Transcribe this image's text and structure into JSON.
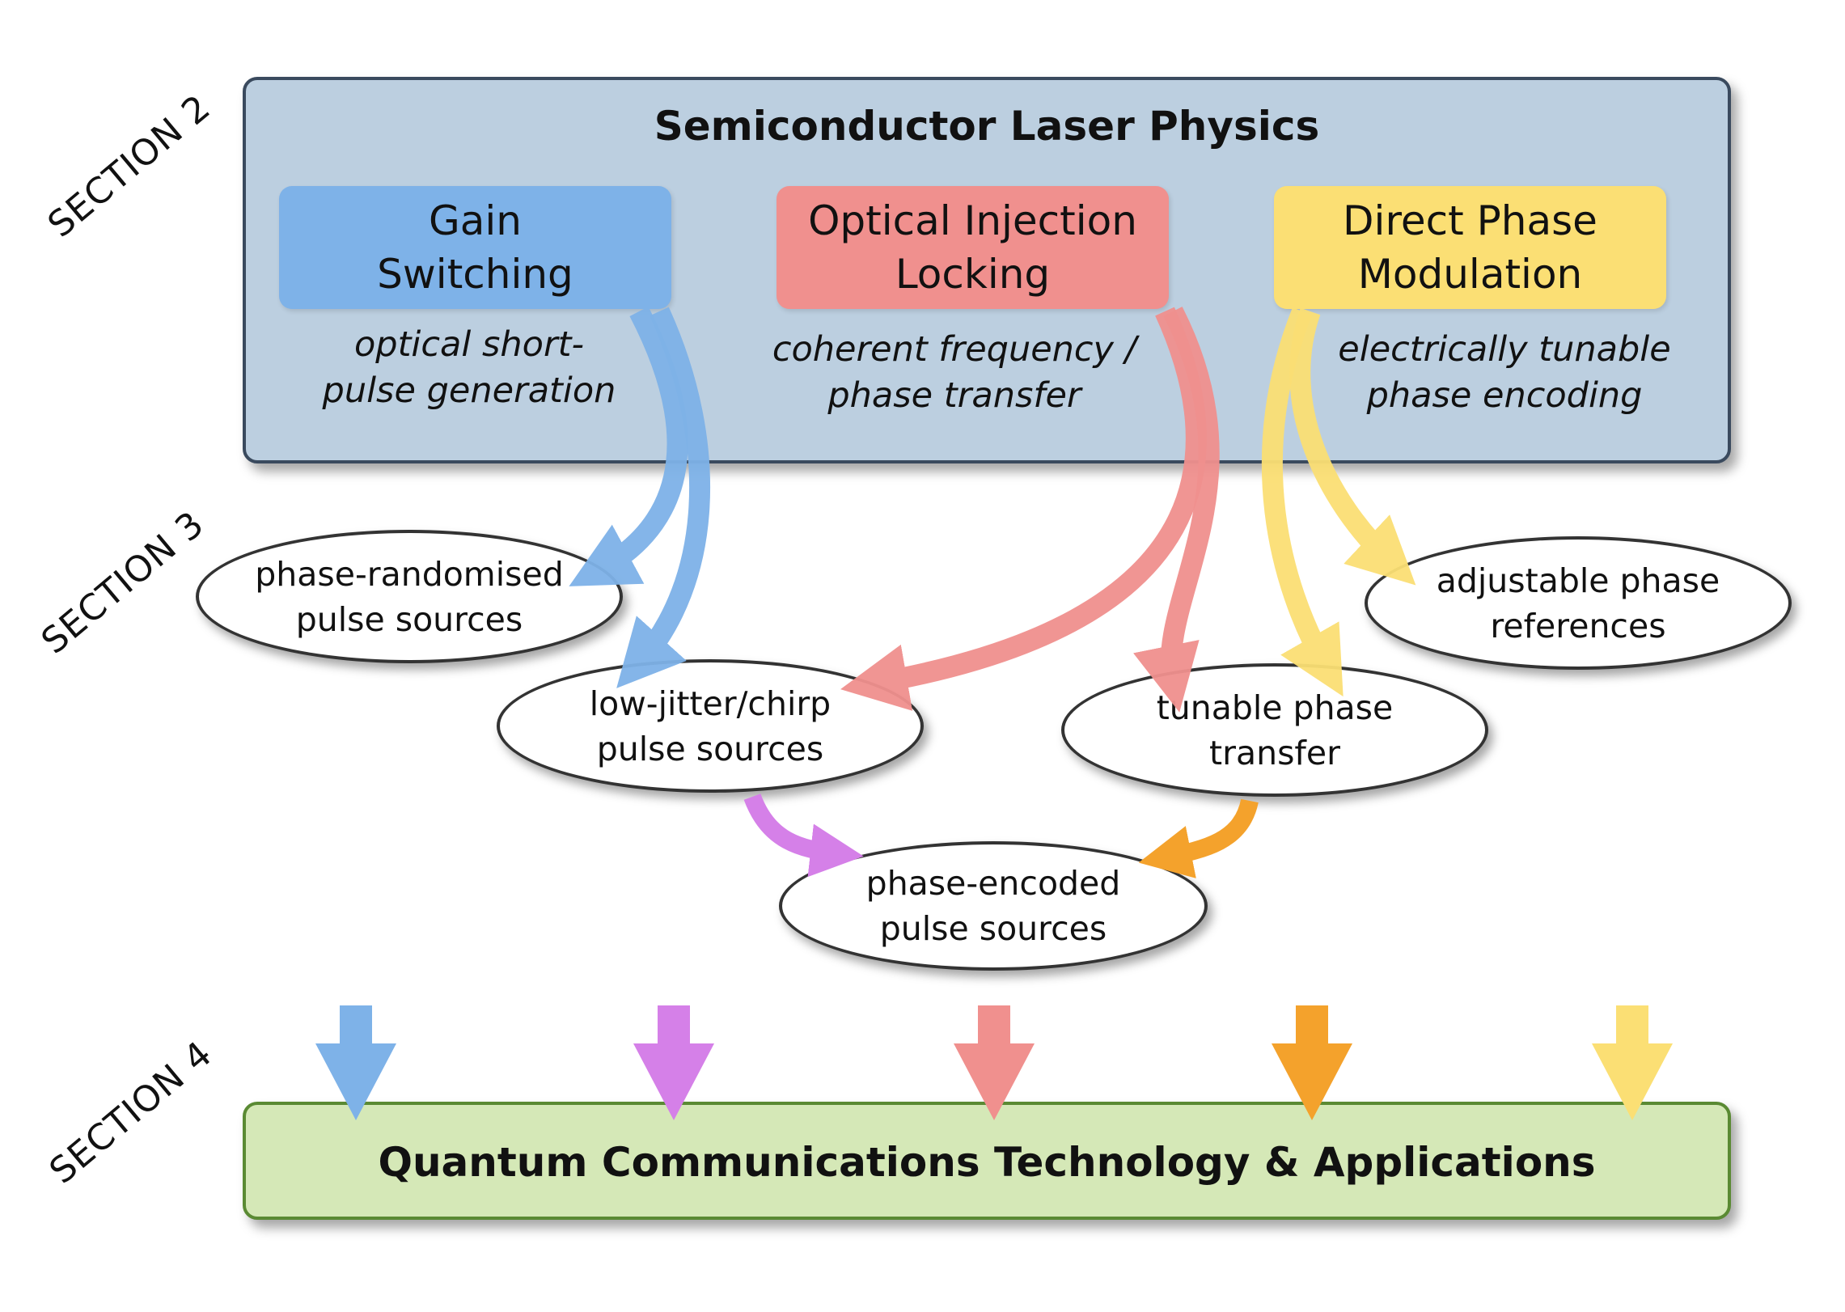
{
  "sections": {
    "s2": "SECTION 2",
    "s3": "SECTION 3",
    "s4": "SECTION 4"
  },
  "laser_physics": {
    "title": "Semiconductor Laser Physics",
    "gain_switching": {
      "label": "Gain\nSwitching",
      "description": "optical short-\npulse generation",
      "color": "#7eb2e8"
    },
    "injection_locking": {
      "label": "Optical Injection\nLocking",
      "description": "coherent frequency /\nphase transfer",
      "color": "#f0908e"
    },
    "phase_modulation": {
      "label": "Direct Phase\nModulation",
      "description": "electrically tunable\nphase encoding",
      "color": "#fbdf74"
    }
  },
  "outcomes": {
    "phase_randomised": "phase-randomised\npulse sources",
    "low_jitter": "low-jitter/chirp\npulse sources",
    "tunable_transfer": "tunable phase\ntransfer",
    "adjustable_references": "adjustable phase\nreferences",
    "phase_encoded": "phase-encoded\npulse sources"
  },
  "arrow_colors": {
    "gain": "#7eb2e8",
    "injection": "#f0908e",
    "modulation": "#fbdf74",
    "purple": "#d580e8",
    "orange": "#f4a22c"
  },
  "applications": {
    "title": "Quantum Communications Technology & Applications",
    "color": "#d5e8b7"
  }
}
